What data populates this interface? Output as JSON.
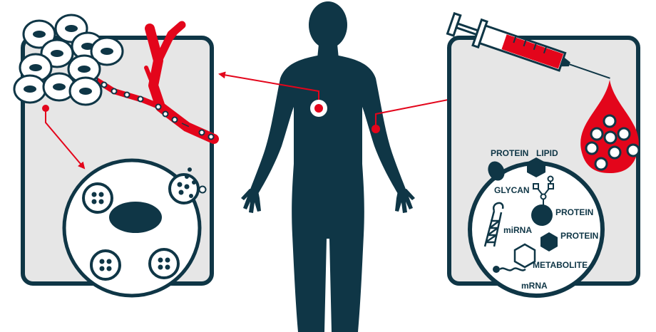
{
  "colors": {
    "navy": "#0f3646",
    "red": "#e3051b",
    "panel": "#e6e6e6",
    "white": "#ffffff"
  },
  "right_panel": {
    "labels": {
      "protein_top": "PROTEIN",
      "lipid": "LIPID",
      "glycan": "GLYCAN",
      "protein_mid": "PROTEIN",
      "mirna": "miRNA",
      "protein_low": "PROTEIN",
      "metabolite": "METABOLITE",
      "mrna": "mRNA"
    }
  },
  "icons": [
    "human-silhouette-icon",
    "tissue-cells-icon",
    "blood-vessel-icon",
    "cell-vesicle-icon",
    "syringe-icon",
    "blood-drop-icon",
    "exosome-icon"
  ]
}
